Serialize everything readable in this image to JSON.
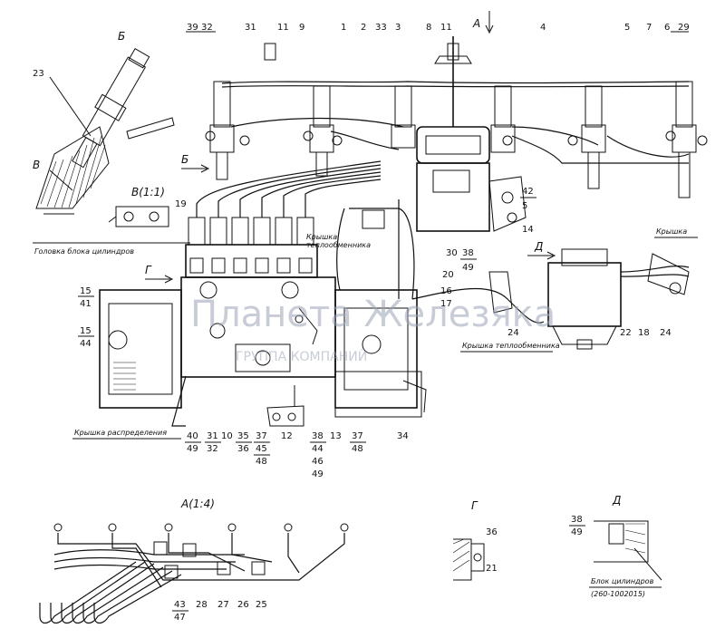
{
  "callouts": {
    "c39": "39",
    "c32": "32",
    "c31": "31",
    "c11a": "11",
    "c9": "9",
    "c1": "1",
    "c2": "2",
    "c33": "33",
    "c3": "3",
    "c8": "8",
    "c11b": "11",
    "c4": "4",
    "c5": "5",
    "c7": "7",
    "c6": "6",
    "c29": "29",
    "c42": "42",
    "c5b": "5",
    "c14": "14",
    "c19": "19",
    "c23": "23",
    "c15a": "15",
    "c41": "41",
    "c15b": "15",
    "c44a": "44",
    "c30": "30",
    "c38a": "38",
    "c49a": "49",
    "c20": "20",
    "c16": "16",
    "c17": "17",
    "c22": "22",
    "c18": "18",
    "c24a": "24",
    "c24b": "24",
    "c40": "40",
    "c49b": "49",
    "c31b": "31",
    "c32b": "32",
    "c10": "10",
    "c35": "35",
    "c36": "36",
    "c37a": "37",
    "c45": "45",
    "c48a": "48",
    "c12": "12",
    "c13": "13",
    "c37b": "37",
    "c48b": "48",
    "c38b": "38",
    "c44b": "44",
    "c46": "46",
    "c49c": "49",
    "c34": "34",
    "c43": "43",
    "c47": "47",
    "c28": "28",
    "c27": "27",
    "c26": "26",
    "c25": "25",
    "c36b": "36",
    "c21": "21",
    "c38c": "38",
    "c49d": "49"
  },
  "views": {
    "arrow_a": "А",
    "arrow_b": "Б",
    "arrow_g": "Г",
    "arrow_d": "Д",
    "detail_b": "Б",
    "detail_v": "В",
    "detail_v_scale": "В(1:1)",
    "view_a_scale": "А(1:4)",
    "view_g": "Г",
    "view_d": "Д"
  },
  "captions": {
    "head": "Головка блока цилиндров",
    "cover_top": "Крышка",
    "cover_top2": "теплообменника",
    "cover_hx": "Крышка теплообменника",
    "cover_dist": "Крышка распределения",
    "kryshka": "Крышка",
    "block": "Блок цилиндров",
    "block_no": "(260-1002015)"
  },
  "watermark": {
    "main": "Планета Железяка",
    "sub": "ГРУППА КОМПАНИЙ"
  }
}
